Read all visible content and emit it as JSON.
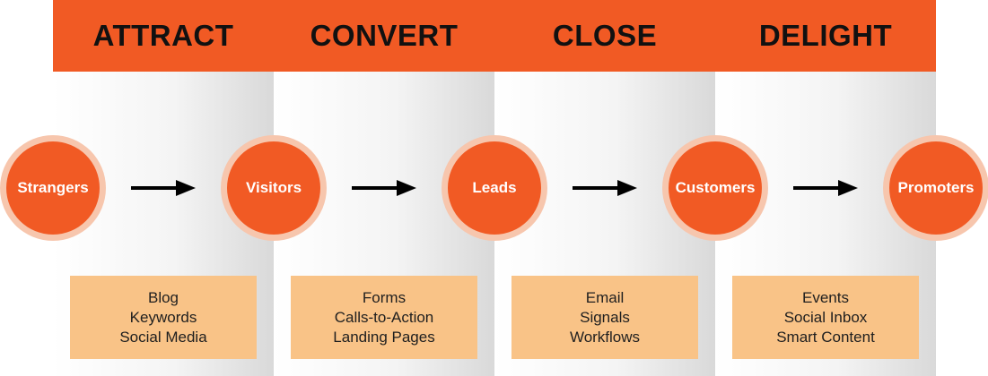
{
  "stages": [
    {
      "title": "ATTRACT",
      "tools": [
        "Blog",
        "Keywords",
        "Social Media"
      ]
    },
    {
      "title": "CONVERT",
      "tools": [
        "Forms",
        "Calls-to-Action",
        "Landing Pages"
      ]
    },
    {
      "title": "CLOSE",
      "tools": [
        "Email",
        "Signals",
        "Workflows"
      ]
    },
    {
      "title": "DELIGHT",
      "tools": [
        "Events",
        "Social Inbox",
        "Smart Content"
      ]
    }
  ],
  "nodes": [
    "Strangers",
    "Visitors",
    "Leads",
    "Customers",
    "Promoters"
  ],
  "colors": {
    "accent": "#f15a24",
    "halo": "#f7c6ad",
    "box": "#f9c387",
    "arrow": "#000000"
  },
  "icons": {
    "arrow": "right-arrow-icon"
  }
}
